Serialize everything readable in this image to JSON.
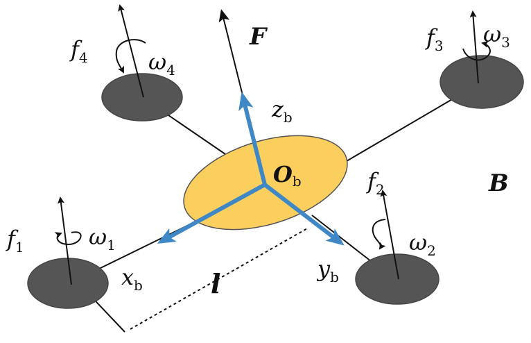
{
  "colors": {
    "rotor": "#555555",
    "rotor_stroke": "#444444",
    "body": "#fbcf5e",
    "body_stroke": "#555555",
    "frame_axis": "#3f88c5",
    "arm": "#111111",
    "text": "#111111"
  },
  "labels": {
    "force_total": "F",
    "body_frame": "B",
    "arm_length": "l",
    "origin": {
      "main": "O",
      "sub": "b"
    },
    "axis_x": {
      "main": "x",
      "sub": "b"
    },
    "axis_y": {
      "main": "y",
      "sub": "b"
    },
    "axis_z": {
      "main": "z",
      "sub": "b"
    },
    "rotors": [
      {
        "force_main": "f",
        "force_sub": "1",
        "omega_main": "ω",
        "omega_sub": "1"
      },
      {
        "force_main": "f",
        "force_sub": "2",
        "omega_main": "ω",
        "omega_sub": "2"
      },
      {
        "force_main": "f",
        "force_sub": "3",
        "omega_main": "ω",
        "omega_sub": "3"
      },
      {
        "force_main": "f",
        "force_sub": "4",
        "omega_main": "ω",
        "omega_sub": "4"
      }
    ]
  }
}
